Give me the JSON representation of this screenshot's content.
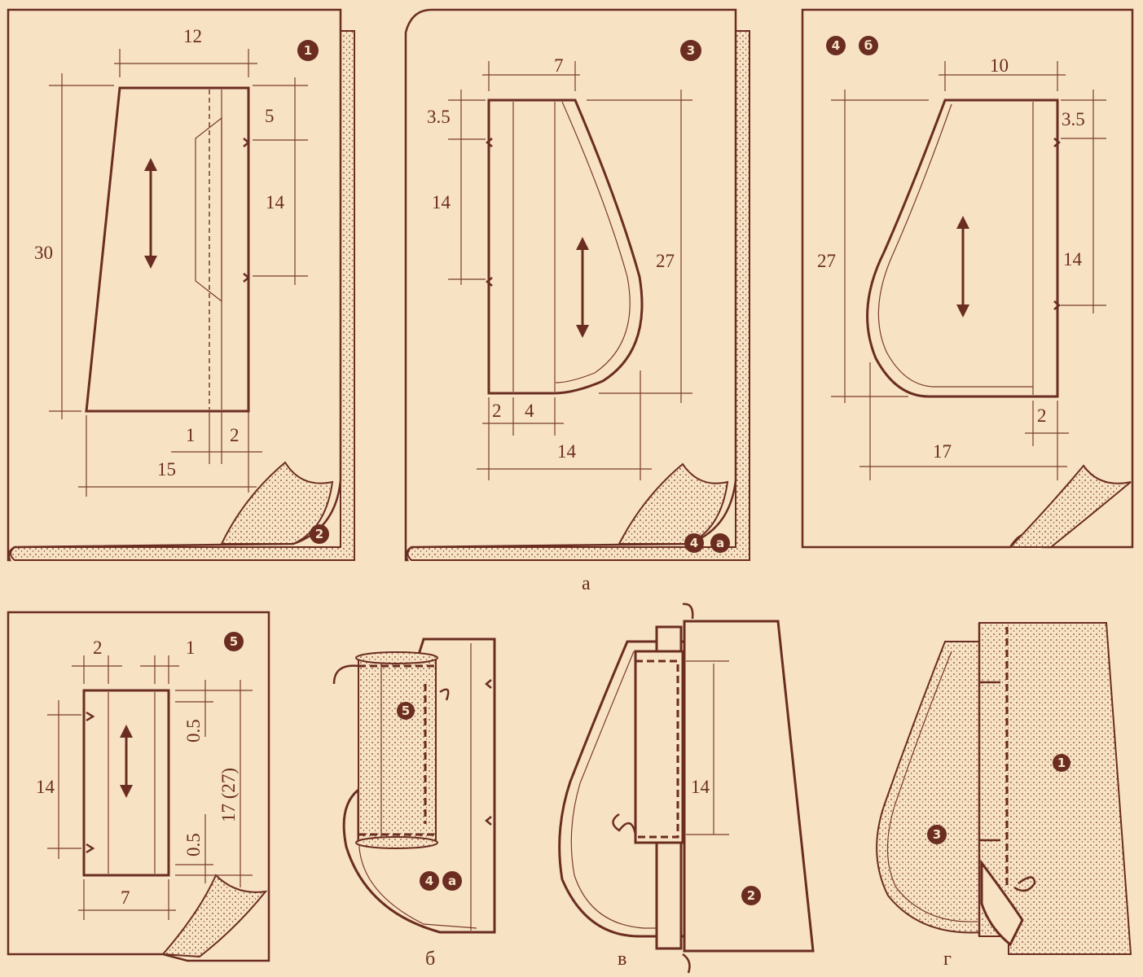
{
  "panel1": {
    "dims": {
      "top_width": "12",
      "height": "30",
      "notch_top": "5",
      "notch_span": "14",
      "seam": "1",
      "edge": "2",
      "bottom_width": "15"
    },
    "badges": {
      "piece": "1",
      "sheet": "2"
    }
  },
  "panel3": {
    "dims": {
      "top_width": "7",
      "notch_top": "3.5",
      "notch_span": "14",
      "height": "27",
      "base_a": "2",
      "base_b": "4",
      "bottom_width": "14"
    },
    "badges": {
      "piece": "3",
      "sheet_num": "4",
      "sheet_letter": "а"
    }
  },
  "panel4b": {
    "dims": {
      "top_width": "10",
      "height": "27",
      "notch_top": "3.5",
      "notch_span": "14",
      "edge": "2",
      "bottom_width": "17"
    },
    "badges": {
      "num": "4",
      "letter": "б"
    }
  },
  "caption_row1": "а",
  "panel5": {
    "dims": {
      "left_margin": "2",
      "right_margin": "1",
      "notch_span": "14",
      "top_inset": "0.5",
      "height": "17 (27)",
      "bottom_inset": "0.5",
      "width": "7"
    },
    "badges": {
      "piece": "5"
    }
  },
  "panelB": {
    "badges": {
      "piece": "5",
      "sheet_num": "4",
      "sheet_letter": "а"
    },
    "caption": "б"
  },
  "panelV": {
    "dims": {
      "span": "14"
    },
    "badges": {
      "piece": "2"
    },
    "caption": "в"
  },
  "panelG": {
    "badges": {
      "front": "1",
      "pocket": "3"
    },
    "caption": "г"
  },
  "colors": {
    "ink": "#6b2d22",
    "paper": "#f7e3c3"
  }
}
